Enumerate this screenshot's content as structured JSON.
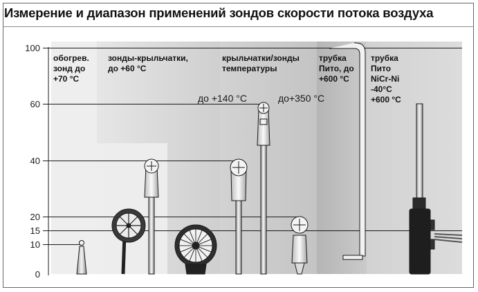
{
  "title": "Измерение и диапазон применений зондов скорости потока воздуха",
  "axis": {
    "ticks": [
      "100",
      "60",
      "40",
      "20",
      "15",
      "10",
      "0"
    ]
  },
  "columns": [
    {
      "id": "heated",
      "lines": [
        "обогрев.",
        "зонд до",
        "+70 °C"
      ]
    },
    {
      "id": "vane",
      "lines": [
        "зонды-крыльчатки,",
        "до +60 °C"
      ]
    },
    {
      "id": "vane-temp",
      "lines": [
        "крыльчатки/зонды",
        "температуры"
      ]
    },
    {
      "id": "pitot",
      "lines": [
        "трубка",
        "Пито, до",
        "+600 °C"
      ]
    },
    {
      "id": "pitot-nicr",
      "lines": [
        "трубка",
        "Пито",
        "NiCr-Ni",
        "-40°C",
        "+600 °C"
      ]
    }
  ],
  "annotations": {
    "temp140": "до +140 °C",
    "temp350": "до+350 °C"
  },
  "colors": {
    "panel_light": "#e9e9e9",
    "panel_mid": "#d9d9d9",
    "panel_dark": "#b9b9b9",
    "line": "#1a1a1a",
    "probe_fill": "#f4f4f4"
  }
}
